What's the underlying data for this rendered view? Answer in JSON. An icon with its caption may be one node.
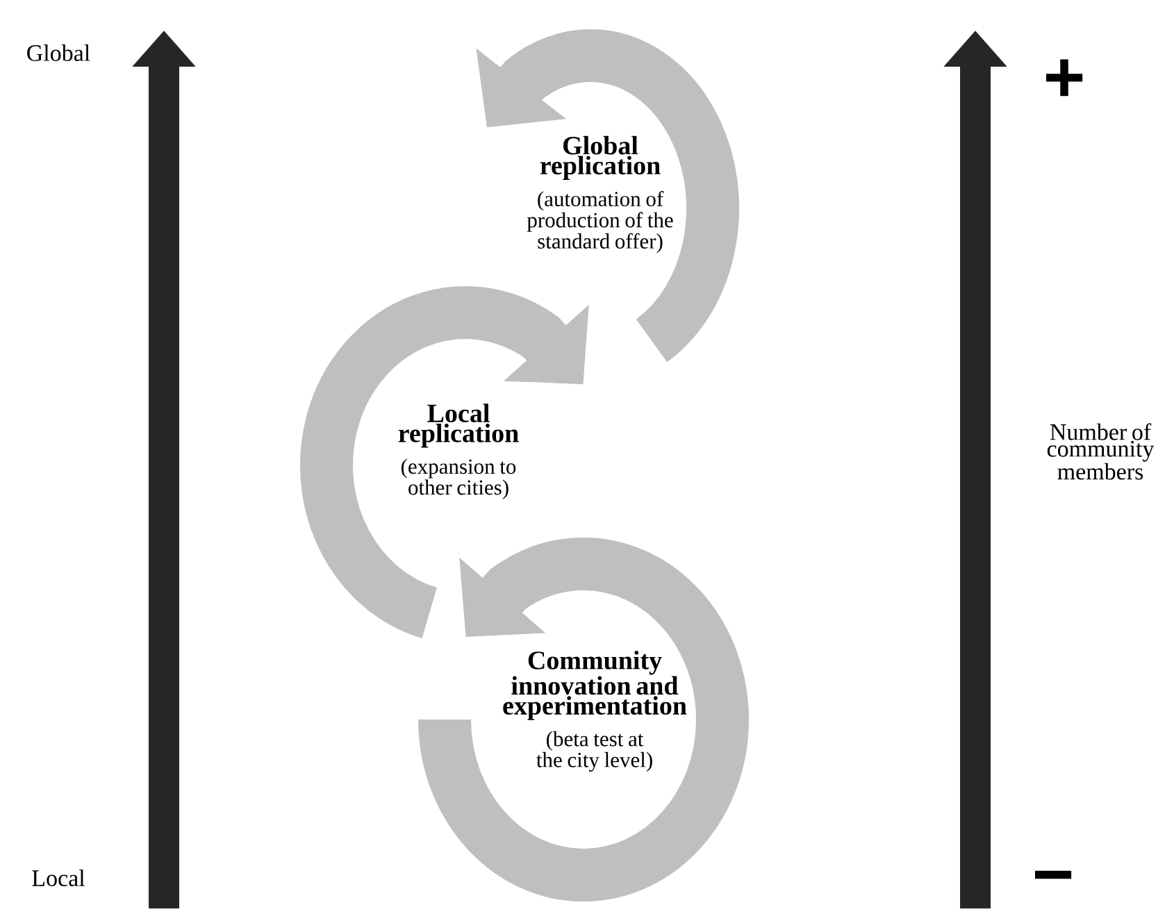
{
  "diagram": {
    "nodes": [
      {
        "text": [
          "Global replication",
          "(automation of production of the standard offer)"
        ]
      },
      {
        "text": [
          "Local replication",
          "(expansion to other cities)"
        ]
      },
      {
        "text": [
          "Community innovation and experimentation",
          "(beta test at the city level)"
        ]
      }
    ],
    "edges": [
      {
        "from": null,
        "to": 0,
        "arrow": "to"
      },
      {
        "from": 2,
        "to": 1,
        "arrow": "to"
      },
      {
        "from": null,
        "to": 2,
        "arrow": "to"
      }
    ],
    "labels": [
      "Global",
      "+",
      "Number of community members",
      "Local",
      "−"
    ]
  }
}
